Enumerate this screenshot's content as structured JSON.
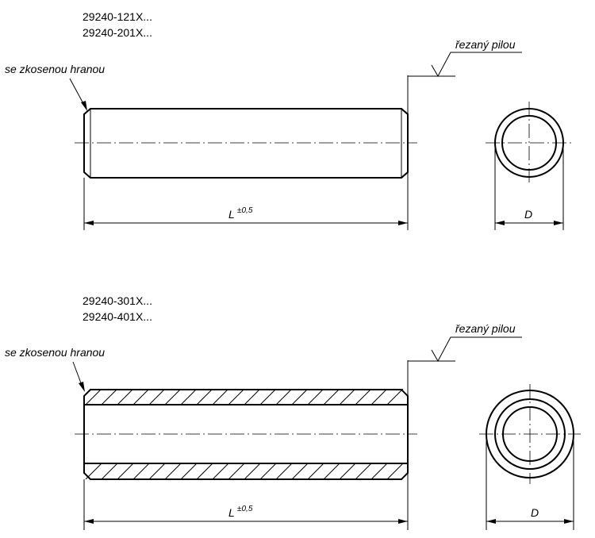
{
  "upper": {
    "codes": [
      "29240-121X...",
      "29240-201X..."
    ],
    "chamfer_label": "se zkosenou hranou",
    "cut_label": "řezaný pilou",
    "length_label": "L",
    "tolerance": "±0,5",
    "diameter_label": "D"
  },
  "lower": {
    "codes": [
      "29240-301X...",
      "29240-401X..."
    ],
    "chamfer_label": "se zkosenou hranou",
    "cut_label": "řezaný pilou",
    "length_label": "L",
    "tolerance": "±0,5",
    "diameter_label": "D"
  }
}
